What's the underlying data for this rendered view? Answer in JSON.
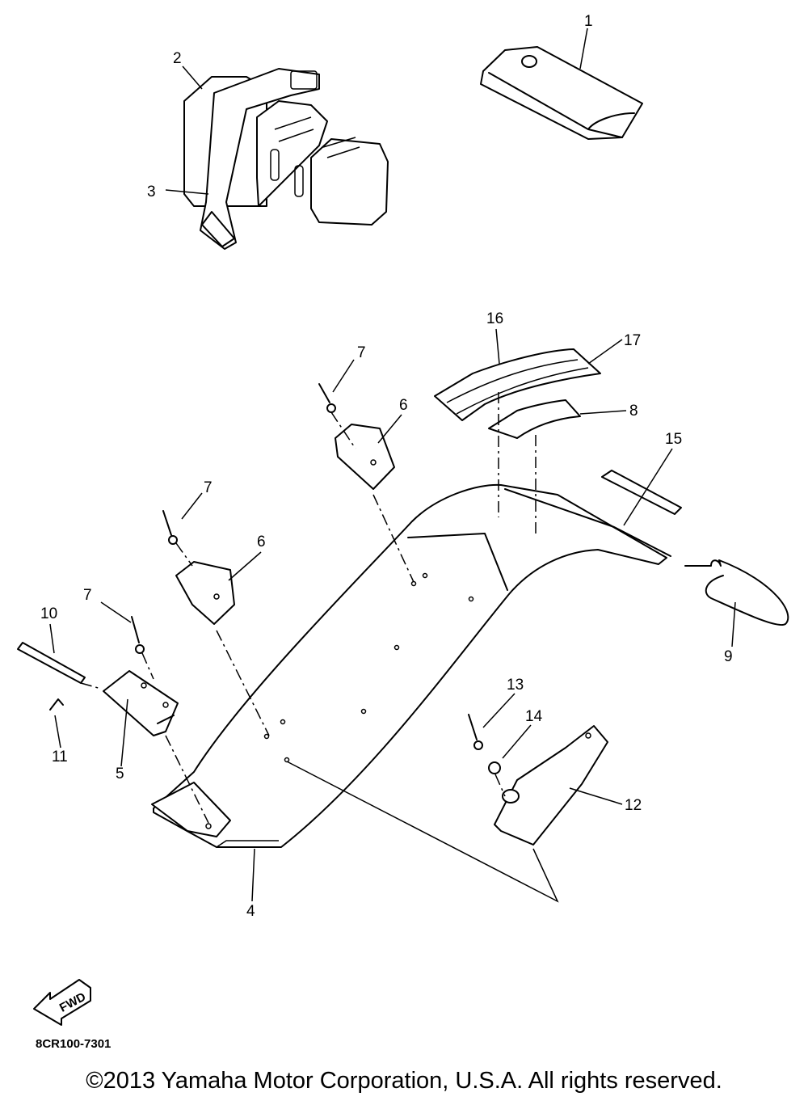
{
  "diagram": {
    "drawing_code": "8CR100-7301",
    "fwd_label": "FWD",
    "copyright": "©2013 Yamaha Motor Corporation, U.S.A. All rights reserved.",
    "callouts": [
      "1",
      "2",
      "3",
      "4",
      "5",
      "6",
      "6",
      "7",
      "7",
      "7",
      "8",
      "9",
      "10",
      "11",
      "12",
      "13",
      "14",
      "15",
      "16",
      "17"
    ]
  }
}
